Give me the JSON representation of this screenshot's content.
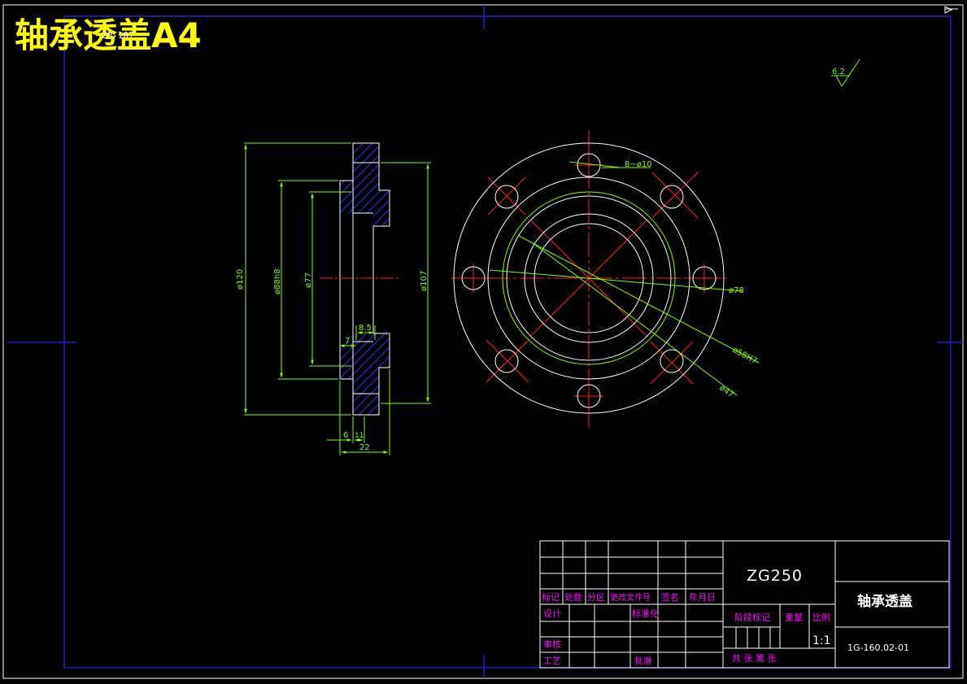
{
  "sheet": {
    "title": "轴承透盖A4",
    "overlay_text": "20-107"
  },
  "roughness": {
    "value": "6.2"
  },
  "dimensions": {
    "d120": "ø120",
    "d88": "ø88h8",
    "d77": "ø77",
    "d107": "ø107",
    "t8_5": "8.5",
    "t7": "7",
    "t6": "6",
    "t11": "11",
    "t22": "22",
    "holes": "8~ø10",
    "d78": "ø78",
    "d58": "ø58H7",
    "d47": "ø47"
  },
  "title_block": {
    "material": "ZG250",
    "part_name": "轴承透盖",
    "drawing_no": "1G-160.02-01",
    "scale": "1:1",
    "headers": [
      "标记",
      "处数",
      "分区",
      "更改文件号",
      "签名",
      "年月日"
    ],
    "design": "设计",
    "standardization": "标准化",
    "review": "审核",
    "process": "工艺",
    "approve": "批准",
    "stage_mark": "阶段标记",
    "weight": "重量",
    "ratio": "比例",
    "sheets": "共  张 第  张"
  },
  "colors": {
    "outline": "#ffffff",
    "dimension": "#80ff00",
    "centerline": "#ff2020",
    "hatch": "#2020ff",
    "frame": "#2020d0",
    "title": "#ffff00",
    "table_text": "#ff00ff"
  }
}
